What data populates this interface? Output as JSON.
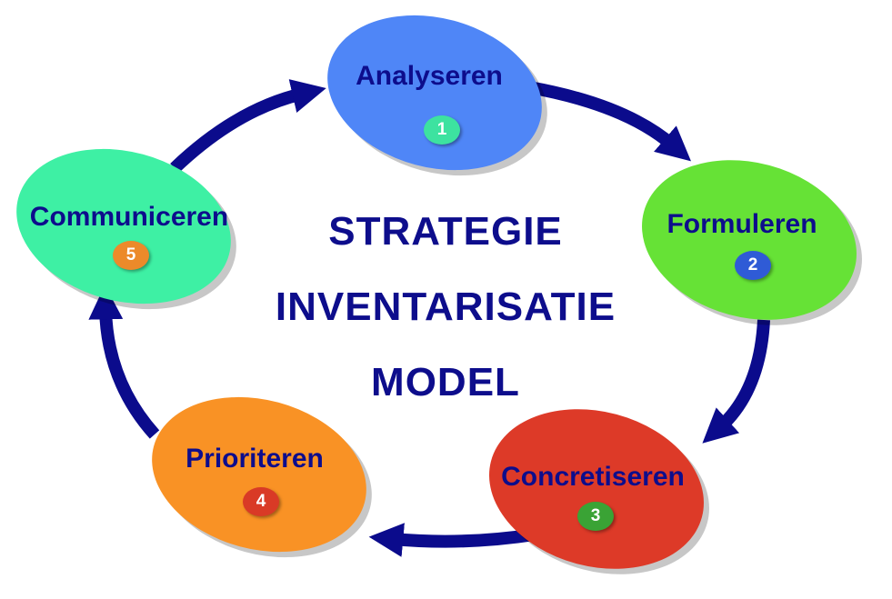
{
  "title_lines": [
    "STRATEGIE",
    "INVENTARISATIE",
    "MODEL"
  ],
  "steps": [
    {
      "label": "Analyseren",
      "number": "1",
      "fill": "#4f86f7",
      "badge": "#3de2a0"
    },
    {
      "label": "Formuleren",
      "number": "2",
      "fill": "#66e236",
      "badge": "#2f5bd6"
    },
    {
      "label": "Concretiseren",
      "number": "3",
      "fill": "#dd3a28",
      "badge": "#3aa335"
    },
    {
      "label": "Prioriteren",
      "number": "4",
      "fill": "#f99225",
      "badge": "#d93a26"
    },
    {
      "label": "Communiceren",
      "number": "5",
      "fill": "#3ef0a4",
      "badge": "#ec8a2a"
    }
  ],
  "colors": {
    "arrow": "#0b0b8c",
    "text": "#0d0d8c"
  }
}
